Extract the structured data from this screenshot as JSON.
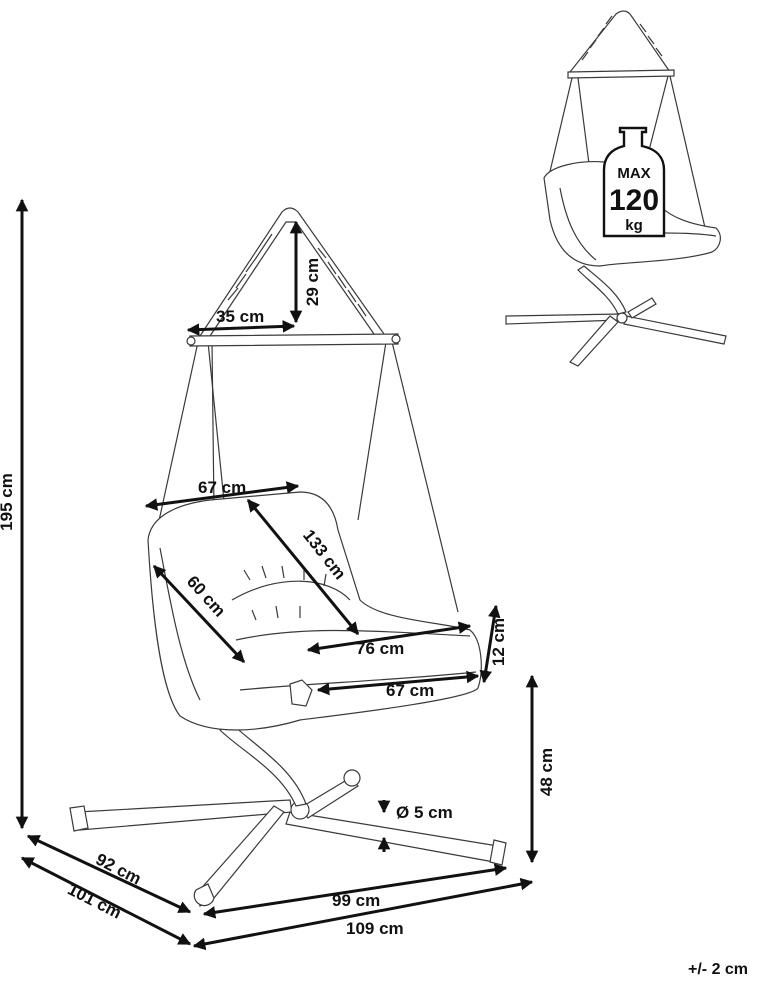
{
  "dimensions": {
    "total_height": "195 cm",
    "bar_width": "35 cm",
    "hanger_height": "29 cm",
    "seat_back_width": "67 cm",
    "seat_diagonal": "133 cm",
    "seat_depth": "60 cm",
    "seat_front_width": "76 cm",
    "cushion_thickness": "12 cm",
    "seat_bottom_width": "67 cm",
    "seat_height": "48 cm",
    "tube_diameter": "Ø 5 cm",
    "base_depth_inner": "92 cm",
    "base_depth_outer": "101 cm",
    "base_width_inner": "99 cm",
    "base_width_outer": "109 cm"
  },
  "load_badge": {
    "line1": "MAX",
    "line2": "120",
    "line3": "kg"
  },
  "tolerance": "+/- 2 cm",
  "icons": [
    "weight-icon"
  ]
}
